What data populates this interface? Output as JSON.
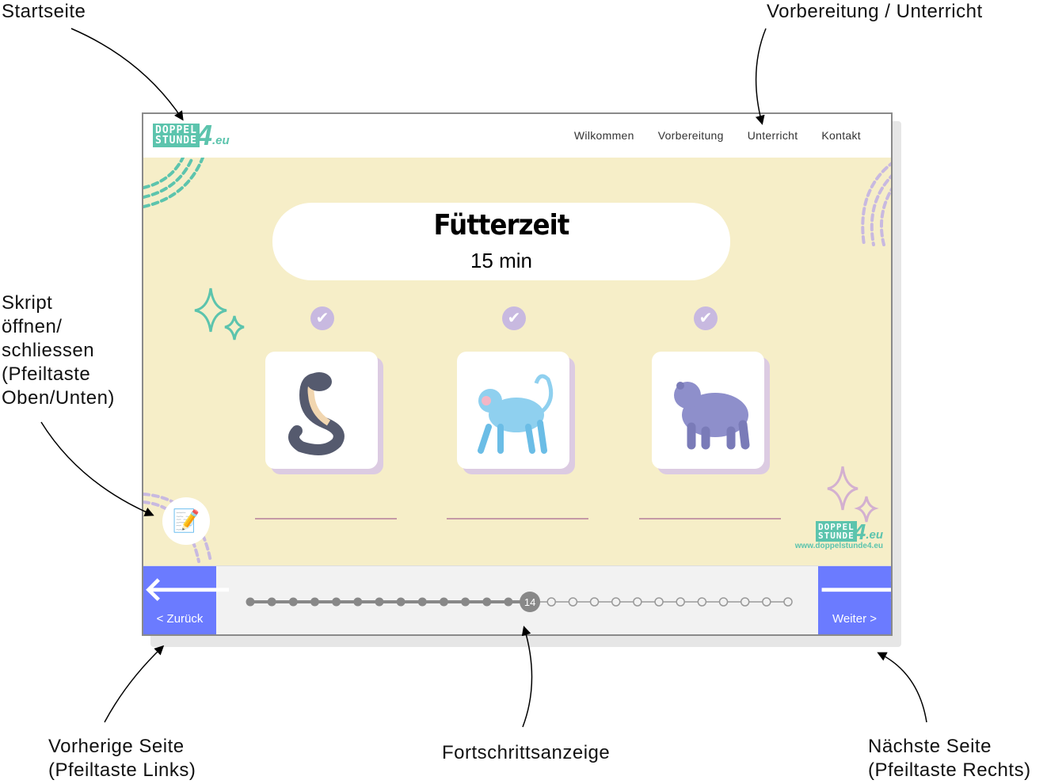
{
  "annotations": {
    "home": "Startseite",
    "nav": "Vorbereitung / Unterricht",
    "script": [
      "Skript",
      "öffnen/",
      "schliessen",
      "(Pfeiltaste",
      "Oben/Unten)"
    ],
    "prev": [
      "Vorherige Seite",
      "(Pfeiltaste Links)"
    ],
    "progress": "Fortschrittsanzeige",
    "next": [
      "Nächste Seite",
      "(Pfeiltaste Rechts)"
    ]
  },
  "logo": {
    "line1": "DOPPEL",
    "line2": "STUNDE",
    "four": "4",
    "eu": ".eu",
    "url": "www.doppelstunde4.eu"
  },
  "nav": [
    "Wilkommen",
    "Vorbereitung",
    "Unterricht",
    "Kontakt"
  ],
  "title": "Fütterzeit",
  "duration": "15 min",
  "cards": [
    "snake",
    "monkey",
    "bear"
  ],
  "icons": {
    "check": "✔",
    "script": "📝"
  },
  "footer": {
    "prev_arrow": "🡐",
    "prev": "< Zurück",
    "next_arrow": "🡒",
    "next": "Weiter >"
  },
  "progress": {
    "current": 14,
    "total": 26
  },
  "colors": {
    "accent": "#6b7bff",
    "brand": "#5cc4ad",
    "background": "#f6eec8"
  }
}
